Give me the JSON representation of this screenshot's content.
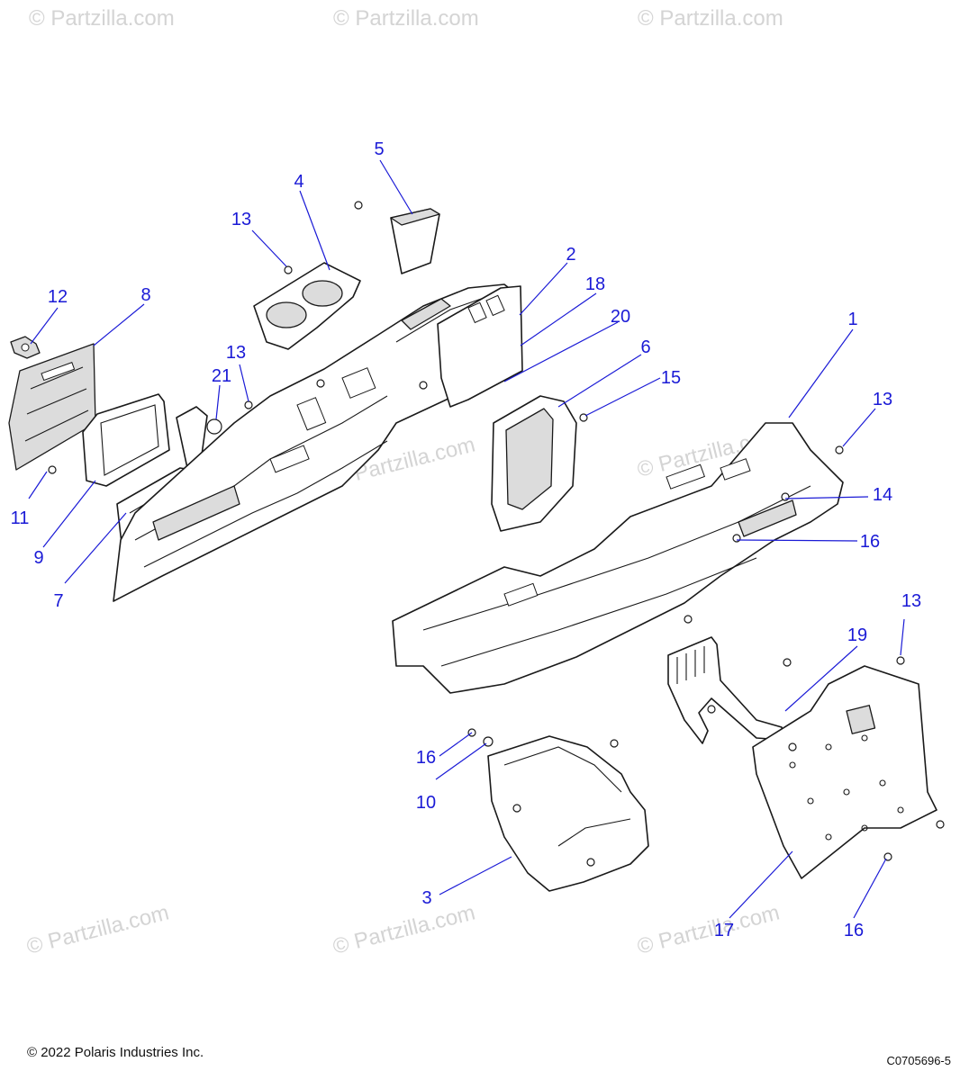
{
  "watermark": "© Partzilla.com",
  "callouts": [
    "1",
    "2",
    "3",
    "4",
    "5",
    "6",
    "7",
    "8",
    "9",
    "10",
    "11",
    "12",
    "13",
    "13",
    "13",
    "13",
    "14",
    "15",
    "16",
    "16",
    "16",
    "17",
    "18",
    "19",
    "20",
    "21"
  ],
  "footer": {
    "copyright": "© 2022 Polaris Industries Inc.",
    "diagram_code": "C0705696-5"
  },
  "colors": {
    "callout": "#1a1ad6",
    "line_art": "#1a1a1a",
    "watermark": "#d4d4d4"
  }
}
